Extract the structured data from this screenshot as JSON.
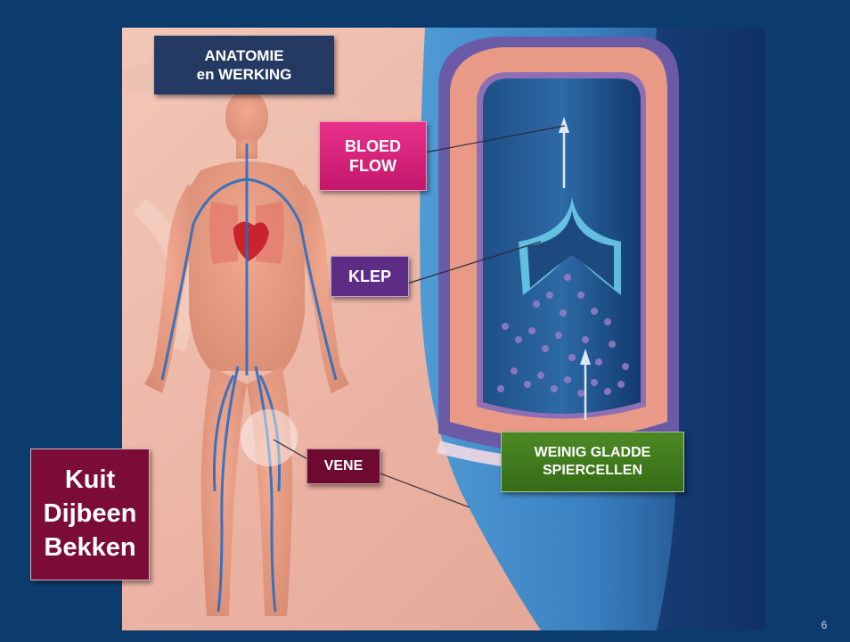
{
  "slide": {
    "title_line1": "ANATOMIE",
    "title_line2": "en WERKING",
    "bloed_line1": "BLOED",
    "bloed_line2": "FLOW",
    "klep": "KLEP",
    "vene": "VENE",
    "spier_line1": "WEINIG GLADDE",
    "spier_line2": "SPIERCELLEN",
    "region_items": [
      "Kuit",
      "Dijbeen",
      "Bekken"
    ],
    "page_number": "6"
  }
}
